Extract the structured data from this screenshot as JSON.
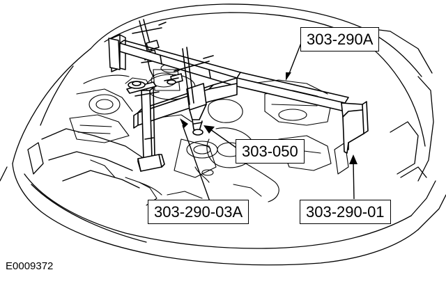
{
  "figure_id": "E0009372",
  "callouts": {
    "lifting_bar": "303-290A",
    "adapter": "303-050",
    "cross_beam": "303-290-03A",
    "support_leg": "303-290-01"
  },
  "colors": {
    "line": "#000000",
    "background": "#ffffff"
  }
}
